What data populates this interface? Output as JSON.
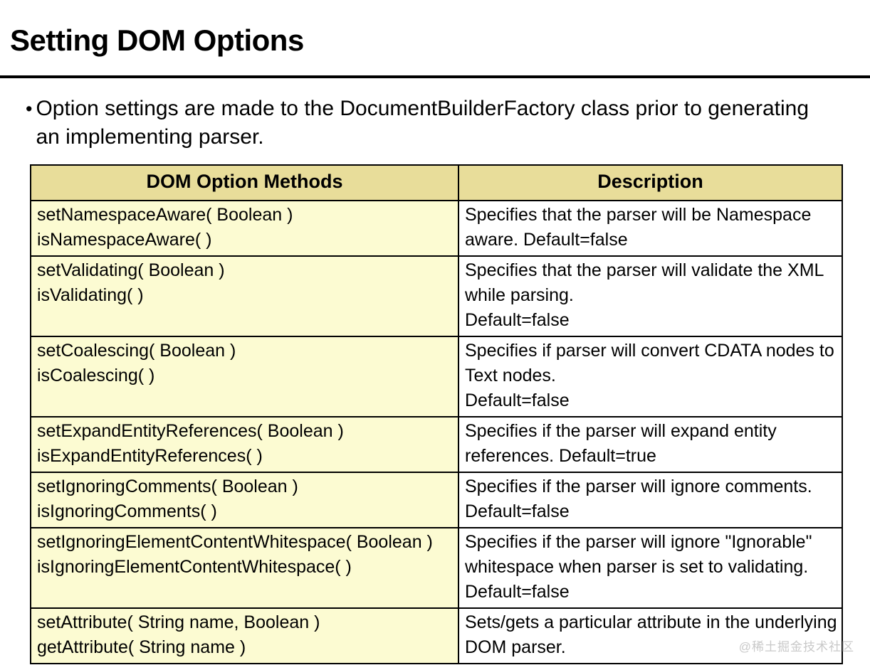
{
  "slide": {
    "title": "Setting DOM Options",
    "bullet_marker": "•",
    "bullet_text": "Option settings are made to the DocumentBuilderFactory class prior to generating an implementing parser."
  },
  "table": {
    "headers": [
      "DOM Option Methods",
      "Description"
    ],
    "rows": [
      {
        "method": "setNamespaceAware( Boolean  )\nisNamespaceAware( )",
        "description": "Specifies that the parser will be Namespace aware. Default=false"
      },
      {
        "method": "setValidating( Boolean  )\nisValidating( )",
        "description": "Specifies that the parser will validate the XML while parsing.\nDefault=false"
      },
      {
        "method": "setCoalescing( Boolean  )\nisCoalescing( )",
        "description": "Specifies if parser will convert CDATA nodes to Text nodes.\nDefault=false"
      },
      {
        "method": "setExpandEntityReferences( Boolean )\nisExpandEntityReferences( )",
        "description": "Specifies if the parser will expand entity references. Default=true"
      },
      {
        "method": "setIgnoringComments( Boolean )\nisIgnoringComments( )",
        "description": "Specifies if the parser will ignore comments. Default=false"
      },
      {
        "method": "setIgnoringElementContentWhitespace( Boolean )\nisIgnoringElementContentWhitespace( )",
        "description": "Specifies if the parser will ignore \"Ignorable\" whitespace when parser is set to validating. Default=false"
      },
      {
        "method": "setAttribute( String name, Boolean  )\ngetAttribute( String name )",
        "description": "Sets/gets a particular attribute in the underlying DOM parser."
      }
    ]
  },
  "watermark": {
    "text": "@稀土掘金技术社区"
  },
  "colors": {
    "header_fill": "#e8dd9a",
    "method_fill": "#fcfbd2",
    "description_fill": "#ffffff",
    "border": "#000000",
    "text": "#000000",
    "watermark": "#c9c9c9"
  }
}
